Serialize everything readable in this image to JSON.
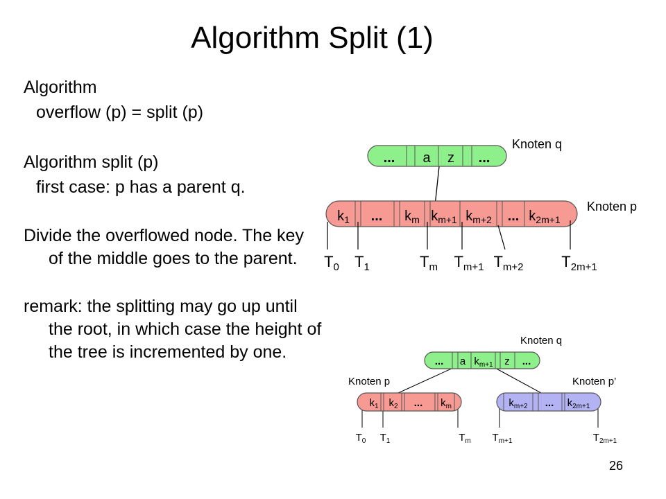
{
  "slide": {
    "title": "Algorithm Split (1)",
    "number": "26"
  },
  "text": {
    "l1": "Algorithm",
    "l2": "overflow (p) = split (p)",
    "l3": "Algorithm split (p)",
    "l4": "first case: p has a parent q.",
    "p1": "Divide the overflowed node. The key of the middle goes to the parent.",
    "p2": "remark: the splitting may go up until the root, in which case the height of the tree is incremented by one."
  },
  "colors": {
    "green": "#8ef08a",
    "red": "#f79a93",
    "blue": "#b3b3f4"
  },
  "top": {
    "q_label": "Knoten q",
    "p_label": "Knoten p",
    "q_keys": [
      "...",
      "a",
      "z",
      "..."
    ],
    "p_keys": [
      {
        "b": "k",
        "s": "1"
      },
      {
        "b": "...",
        "s": ""
      },
      {
        "b": "k",
        "s": "m"
      },
      {
        "b": "k",
        "s": "m+1"
      },
      {
        "b": "k",
        "s": "m+2"
      },
      {
        "b": "...",
        "s": ""
      },
      {
        "b": "k",
        "s": "2m+1"
      }
    ],
    "trees": [
      {
        "b": "T",
        "s": "0"
      },
      {
        "b": "T",
        "s": "1"
      },
      {
        "b": "T",
        "s": "m"
      },
      {
        "b": "T",
        "s": "m+1"
      },
      {
        "b": "T",
        "s": "m+2"
      },
      {
        "b": "T",
        "s": "2m+1"
      }
    ]
  },
  "bottom": {
    "q_label": "Knoten q",
    "p_label": "Knoten p",
    "p2_label": "Knoten p’",
    "q_keys": [
      {
        "b": "...",
        "s": ""
      },
      {
        "b": "a",
        "s": ""
      },
      {
        "b": "k",
        "s": "m+1"
      },
      {
        "b": "z",
        "s": ""
      },
      {
        "b": "...",
        "s": ""
      }
    ],
    "p_keys": [
      {
        "b": "k",
        "s": "1"
      },
      {
        "b": "k",
        "s": "2"
      },
      {
        "b": "...",
        "s": ""
      },
      {
        "b": "k",
        "s": "m"
      }
    ],
    "p2_keys": [
      {
        "b": "k",
        "s": "m+2"
      },
      {
        "b": "...",
        "s": ""
      },
      {
        "b": "k",
        "s": "2m+1"
      }
    ],
    "trees": [
      {
        "b": "T",
        "s": "0"
      },
      {
        "b": "T",
        "s": "1"
      },
      {
        "b": "T",
        "s": "m"
      },
      {
        "b": "T",
        "s": "m+1"
      },
      {
        "b": "T",
        "s": "2m+1"
      }
    ]
  }
}
